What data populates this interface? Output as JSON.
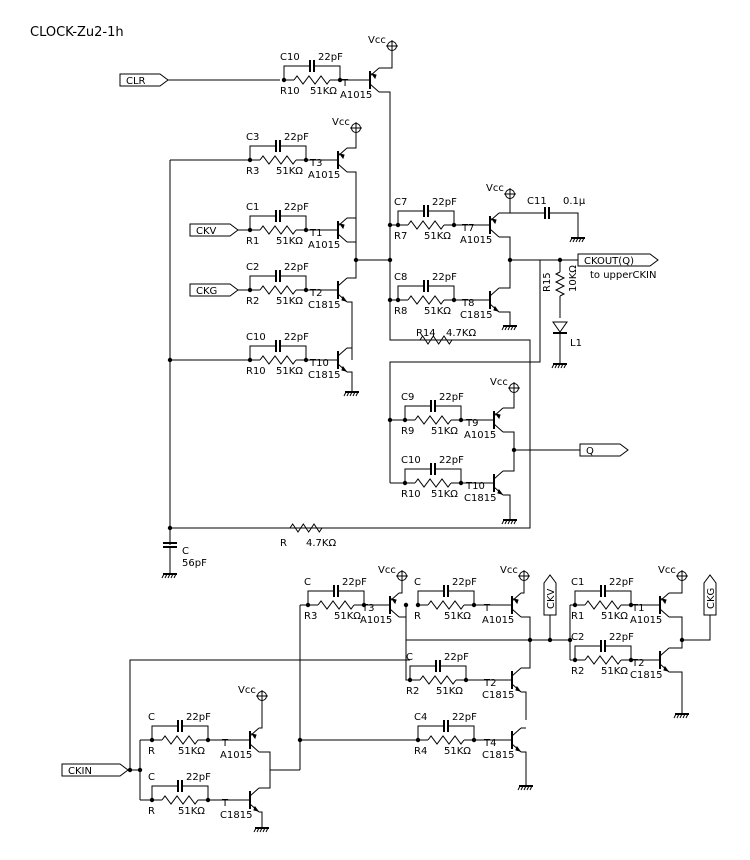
{
  "title": "CLOCK-Zu2-1h",
  "supply": "Vcc",
  "ports": [
    {
      "id": "clr",
      "label": "CLR"
    },
    {
      "id": "ckv-in",
      "label": "CKV"
    },
    {
      "id": "ckg-in",
      "label": "CKG"
    },
    {
      "id": "ckout",
      "label": "CKOUT(Q)"
    },
    {
      "id": "qbar",
      "label": "Q"
    },
    {
      "id": "ckin",
      "label": "CKIN"
    },
    {
      "id": "ckv-out",
      "label": "CKV"
    },
    {
      "id": "ckg-out",
      "label": "CKG"
    }
  ],
  "ckout_note": "to upperCKIN",
  "upper": {
    "c10_top": {
      "cap": "C10",
      "cval": "22pF",
      "res": "R10",
      "rval": "51KΩ",
      "q": "T",
      "qtype": "A1015"
    },
    "t3": {
      "cap": "C3",
      "cval": "22pF",
      "res": "R3",
      "rval": "51KΩ",
      "q": "T3",
      "qtype": "A1015"
    },
    "t1": {
      "cap": "C1",
      "cval": "22pF",
      "res": "R1",
      "rval": "51KΩ",
      "q": "T1",
      "qtype": "A1015"
    },
    "t2": {
      "cap": "C2",
      "cval": "22pF",
      "res": "R2",
      "rval": "51KΩ",
      "q": "T2",
      "qtype": "C1815"
    },
    "t10a": {
      "cap": "C10",
      "cval": "22pF",
      "res": "R10",
      "rval": "51KΩ",
      "q": "T10",
      "qtype": "C1815"
    },
    "t7": {
      "cap": "C7",
      "cval": "22pF",
      "res": "R7",
      "rval": "51KΩ",
      "q": "T7",
      "qtype": "A1015"
    },
    "t8": {
      "cap": "C8",
      "cval": "22pF",
      "res": "R8",
      "rval": "51KΩ",
      "q": "T8",
      "qtype": "C1815"
    },
    "t9": {
      "cap": "C9",
      "cval": "22pF",
      "res": "R9",
      "rval": "51KΩ",
      "q": "T9",
      "qtype": "A1015"
    },
    "t10b": {
      "cap": "C10",
      "cval": "22pF",
      "res": "R10",
      "rval": "51KΩ",
      "q": "T10",
      "qtype": "C1815"
    },
    "c11": {
      "name": "C11",
      "value": "0.1μ"
    },
    "r14": {
      "name": "R14",
      "value": "4.7KΩ"
    },
    "r15": {
      "name": "R15",
      "value": "10KΩ"
    },
    "l1": "L1",
    "r": {
      "name": "R",
      "value": "4.7KΩ"
    },
    "c": {
      "name": "C",
      "value": "56pF"
    }
  },
  "lower": {
    "t3": {
      "cap": "C",
      "cval": "22pF",
      "res": "R3",
      "rval": "51KΩ",
      "q": "T3",
      "qtype": "A1015"
    },
    "ta": {
      "cap": "C",
      "cval": "22pF",
      "res": "R",
      "rval": "51KΩ",
      "q": "T",
      "qtype": "A1015"
    },
    "t2": {
      "cap": "C",
      "cval": "22pF",
      "res": "R2",
      "rval": "51KΩ",
      "q": "T2",
      "qtype": "C1815"
    },
    "t4": {
      "cap": "C4",
      "cval": "22pF",
      "res": "R4",
      "rval": "51KΩ",
      "q": "T4",
      "qtype": "C1815"
    },
    "t1b": {
      "cap": "C1",
      "cval": "22pF",
      "res": "R1",
      "rval": "51KΩ",
      "q": "T1",
      "qtype": "A1015"
    },
    "t2b": {
      "cap": "C2",
      "cval": "22pF",
      "res": "R2",
      "rval": "51KΩ",
      "q": "T2",
      "qtype": "C1815"
    },
    "tin1": {
      "cap": "C",
      "cval": "22pF",
      "res": "R",
      "rval": "51KΩ",
      "q": "T",
      "qtype": "A1015"
    },
    "tin2": {
      "cap": "C",
      "cval": "22pF",
      "res": "R",
      "rval": "51KΩ",
      "q": "T",
      "qtype": "C1815"
    }
  }
}
